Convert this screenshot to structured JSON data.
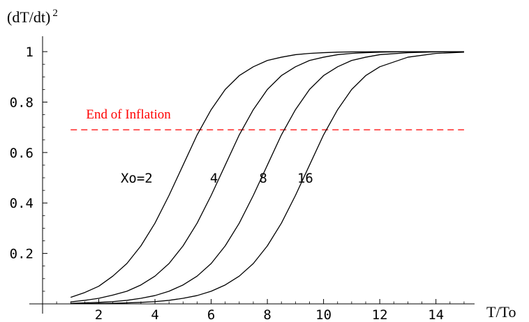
{
  "chart_data": {
    "type": "line",
    "xlabel": "T/To",
    "ylabel": {
      "base": "(dT/dt)",
      "exponent": "2"
    },
    "xlim": [
      0,
      15.3
    ],
    "ylim": [
      0,
      1.05
    ],
    "x_ticks": [
      2,
      4,
      6,
      8,
      10,
      12,
      14
    ],
    "x_tick_labels": [
      "2",
      "4",
      "6",
      "8",
      "10",
      "12",
      "14"
    ],
    "y_ticks": [
      0.2,
      0.4,
      0.6,
      0.8,
      1
    ],
    "y_tick_labels": [
      "0.2",
      "0.4",
      "0.6",
      "0.8",
      "1"
    ],
    "grid": false,
    "legend": "none",
    "line_color": "#000000",
    "series": [
      {
        "label": "Xo=2",
        "x": [
          1,
          1.5,
          2,
          2.5,
          3,
          3.5,
          4,
          4.5,
          5,
          5.5,
          6,
          6.5,
          7,
          7.5,
          8,
          8.5,
          9,
          9.5,
          10,
          10.5,
          11,
          11.5,
          12,
          13,
          14,
          15
        ],
        "y": [
          0.026,
          0.045,
          0.07,
          0.11,
          0.16,
          0.23,
          0.32,
          0.43,
          0.55,
          0.67,
          0.77,
          0.85,
          0.905,
          0.94,
          0.965,
          0.978,
          0.988,
          0.993,
          0.996,
          0.998,
          0.999,
          0.999,
          1,
          1,
          1,
          1
        ]
      },
      {
        "label": "4",
        "x": [
          1,
          1.5,
          2,
          2.5,
          3,
          3.5,
          4,
          4.5,
          5,
          5.5,
          6,
          6.5,
          7,
          7.5,
          8,
          8.5,
          9,
          9.5,
          10,
          10.5,
          11,
          11.5,
          12,
          13,
          14,
          15
        ],
        "y": [
          0.008,
          0.014,
          0.022,
          0.035,
          0.05,
          0.075,
          0.11,
          0.16,
          0.23,
          0.32,
          0.43,
          0.55,
          0.67,
          0.77,
          0.85,
          0.905,
          0.94,
          0.965,
          0.978,
          0.988,
          0.993,
          0.996,
          0.998,
          1,
          1,
          1
        ]
      },
      {
        "label": "8",
        "x": [
          1,
          1.5,
          2,
          2.5,
          3,
          3.5,
          4,
          4.5,
          5,
          5.5,
          6,
          6.5,
          7,
          7.5,
          8,
          8.5,
          9,
          9.5,
          10,
          10.5,
          11,
          11.5,
          12,
          13,
          14,
          15
        ],
        "y": [
          0.002,
          0.004,
          0.006,
          0.009,
          0.014,
          0.022,
          0.033,
          0.05,
          0.075,
          0.11,
          0.16,
          0.23,
          0.32,
          0.43,
          0.55,
          0.67,
          0.77,
          0.85,
          0.905,
          0.94,
          0.965,
          0.978,
          0.988,
          0.996,
          0.999,
          1
        ]
      },
      {
        "label": "16",
        "x": [
          1,
          1.5,
          2,
          2.5,
          3,
          3.5,
          4,
          4.5,
          5,
          5.5,
          6,
          6.5,
          7,
          7.5,
          8,
          8.5,
          9,
          9.5,
          10,
          10.5,
          11,
          11.5,
          12,
          13,
          14,
          15
        ],
        "y": [
          0.0005,
          0.001,
          0.0015,
          0.0025,
          0.004,
          0.006,
          0.009,
          0.014,
          0.022,
          0.033,
          0.05,
          0.075,
          0.11,
          0.16,
          0.23,
          0.32,
          0.43,
          0.55,
          0.67,
          0.77,
          0.85,
          0.905,
          0.94,
          0.978,
          0.993,
          0.998
        ]
      }
    ],
    "curve_labels": [
      {
        "text": "Xo=2",
        "x": 3.35,
        "y": 0.5
      },
      {
        "text": "4",
        "x": 6.1,
        "y": 0.5
      },
      {
        "text": "8",
        "x": 7.85,
        "y": 0.5
      },
      {
        "text": "16",
        "x": 9.35,
        "y": 0.5
      }
    ],
    "reference_line": {
      "y": 0.69,
      "x_range": [
        1,
        15
      ],
      "label": "End of Inflation",
      "label_x": 1.55,
      "label_y": 0.735,
      "color": "#ff0000",
      "style": "dashed"
    }
  }
}
